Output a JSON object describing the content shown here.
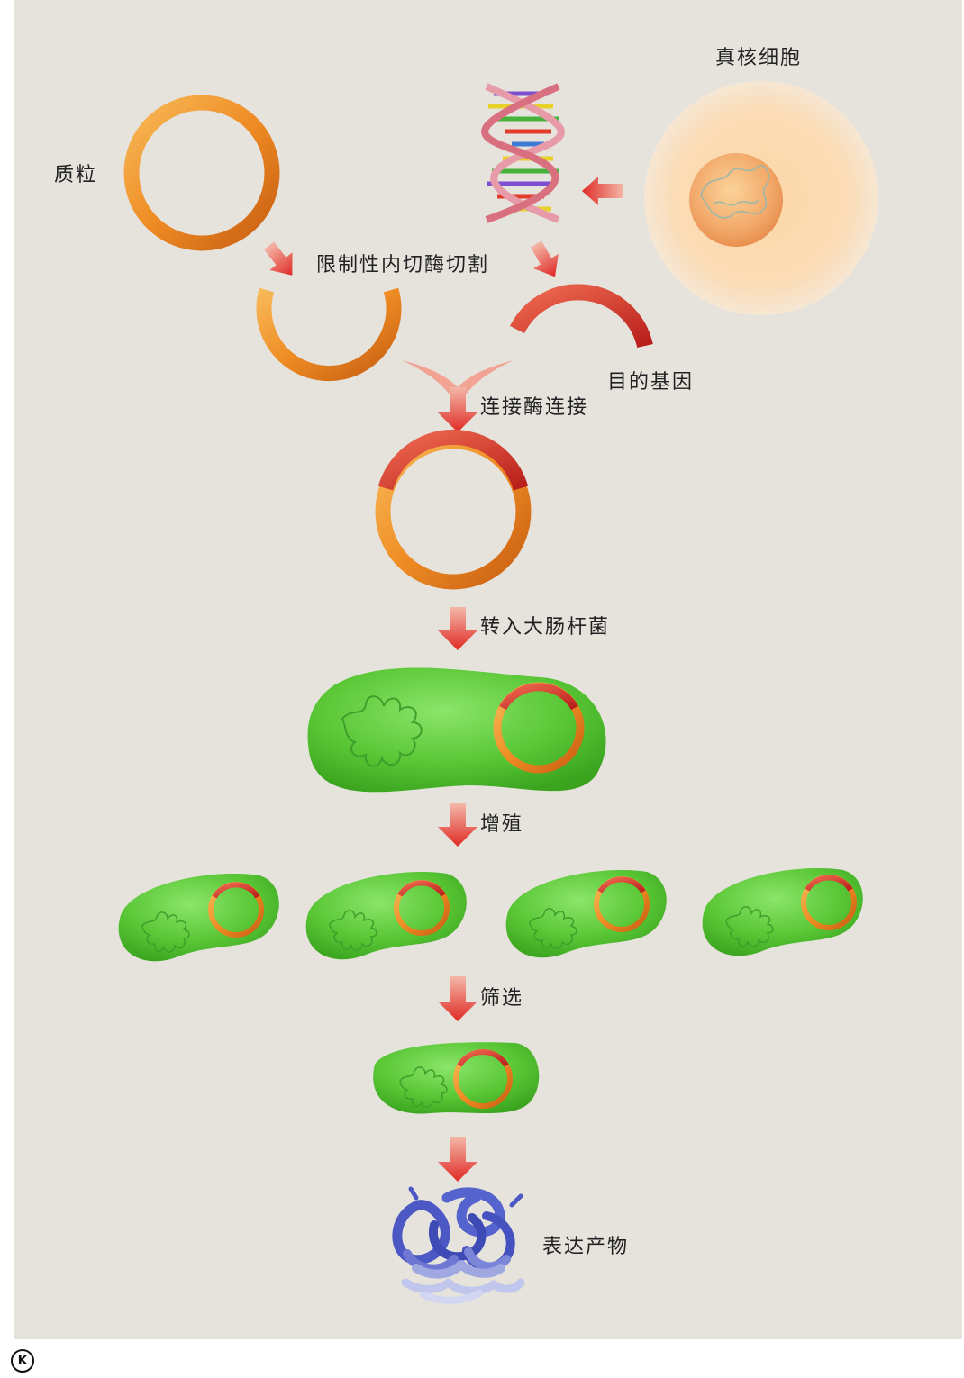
{
  "labels": {
    "plasmid": "质粒",
    "eukaryotic_cell": "真核细胞",
    "restriction_cut": "限制性内切酶切割",
    "target_gene": "目的基因",
    "ligase": "连接酶连接",
    "transform": "转入大肠杆菌",
    "proliferate": "增殖",
    "screen": "筛选",
    "product": "表达产物"
  },
  "corner_mark": "K",
  "colors": {
    "background": "#e6e3dd",
    "plasmid": "#f19a2e",
    "gene": "#d9362a",
    "bacterium": "#5fcf3c",
    "arrow": "#e3322c",
    "protein": "#5a66c9"
  }
}
